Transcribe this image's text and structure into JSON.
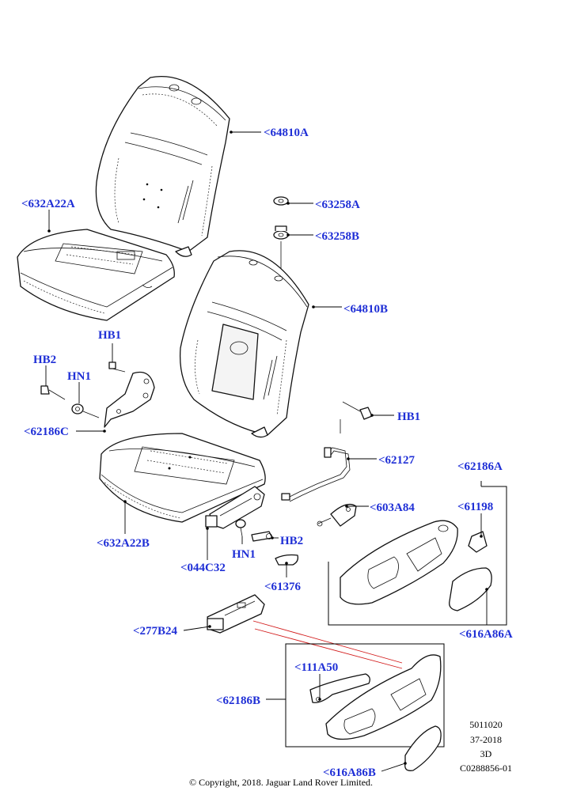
{
  "callouts": {
    "c64810A": "<64810A",
    "c632A22A": "<632A22A",
    "c63258A": "<63258A",
    "c63258B": "<63258B",
    "c64810B": "<64810B",
    "hb1_top": "HB1",
    "hb2_left": "HB2",
    "hn1_left": "HN1",
    "c62186C": "<62186C",
    "hb1_right": "HB1",
    "c62127": "<62127",
    "c62186A": "<62186A",
    "c603A84": "<603A84",
    "c61198": "<61198",
    "c632A22B": "<632A22B",
    "hb2_mid": "HB2",
    "hn1_mid": "HN1",
    "c044C32": "<044C32",
    "c61376": "<61376",
    "c616A86A": "<616A86A",
    "c277B24": "<277B24",
    "c111A50": "<111A50",
    "c62186B": "<62186B",
    "c616A86B": "<616A86B"
  },
  "meta": {
    "line1": "5011020",
    "line2": "37-2018",
    "line3": "3D",
    "line4": "C0288856-01"
  },
  "copyright": "© Copyright, 2018. Jaguar Land Rover Limited."
}
